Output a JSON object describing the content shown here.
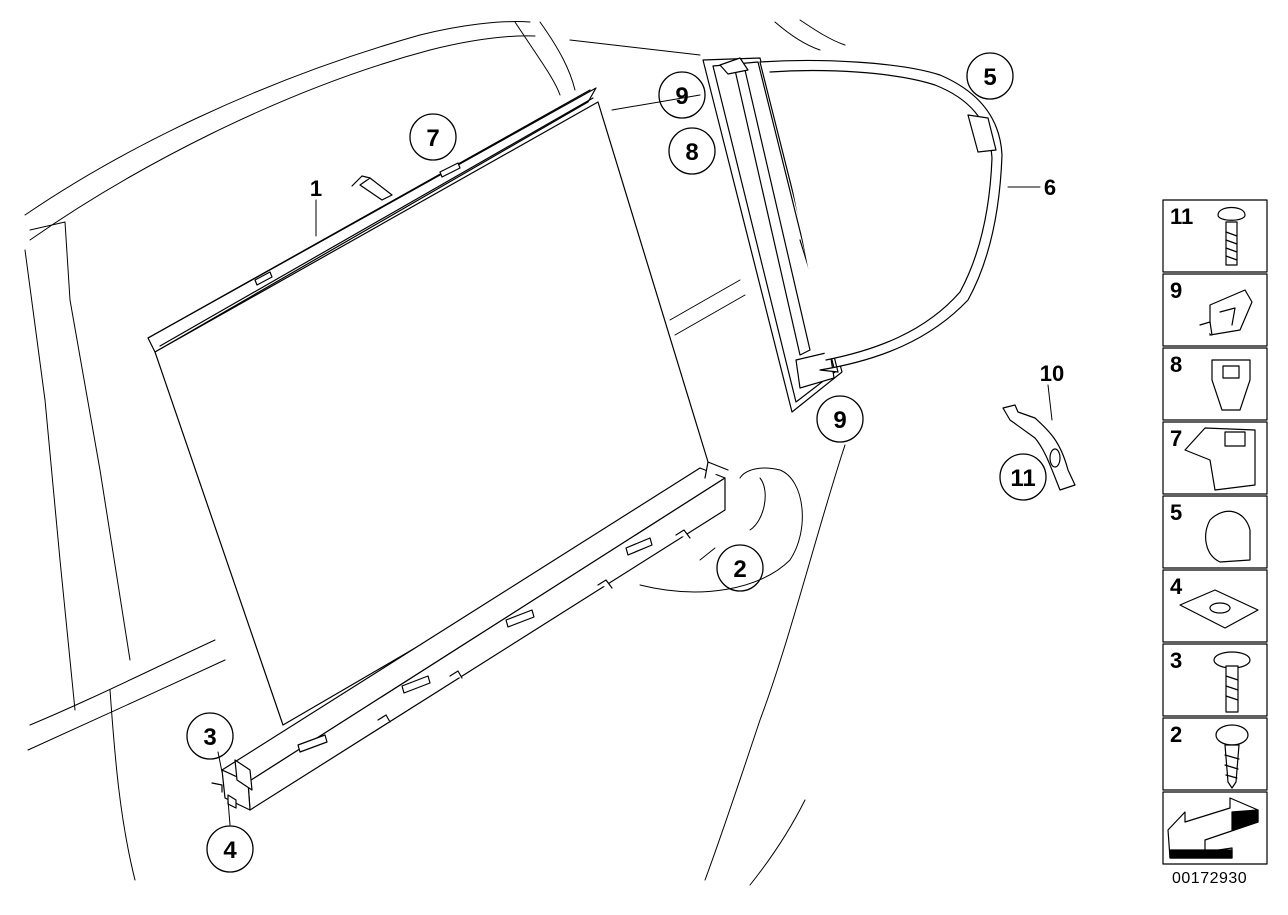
{
  "diagram": {
    "document_number": "00172930",
    "callouts": {
      "c1": "1",
      "c2": "2",
      "c3": "3",
      "c4": "4",
      "c5": "5",
      "c6": "6",
      "c7": "7",
      "c8": "8",
      "c9a": "9",
      "c9b": "9",
      "c10": "10",
      "c11": "11"
    },
    "legend": {
      "l11": "11",
      "l9": "9",
      "l8": "8",
      "l7": "7",
      "l5": "5",
      "l4": "4",
      "l3": "3",
      "l2": "2"
    }
  }
}
